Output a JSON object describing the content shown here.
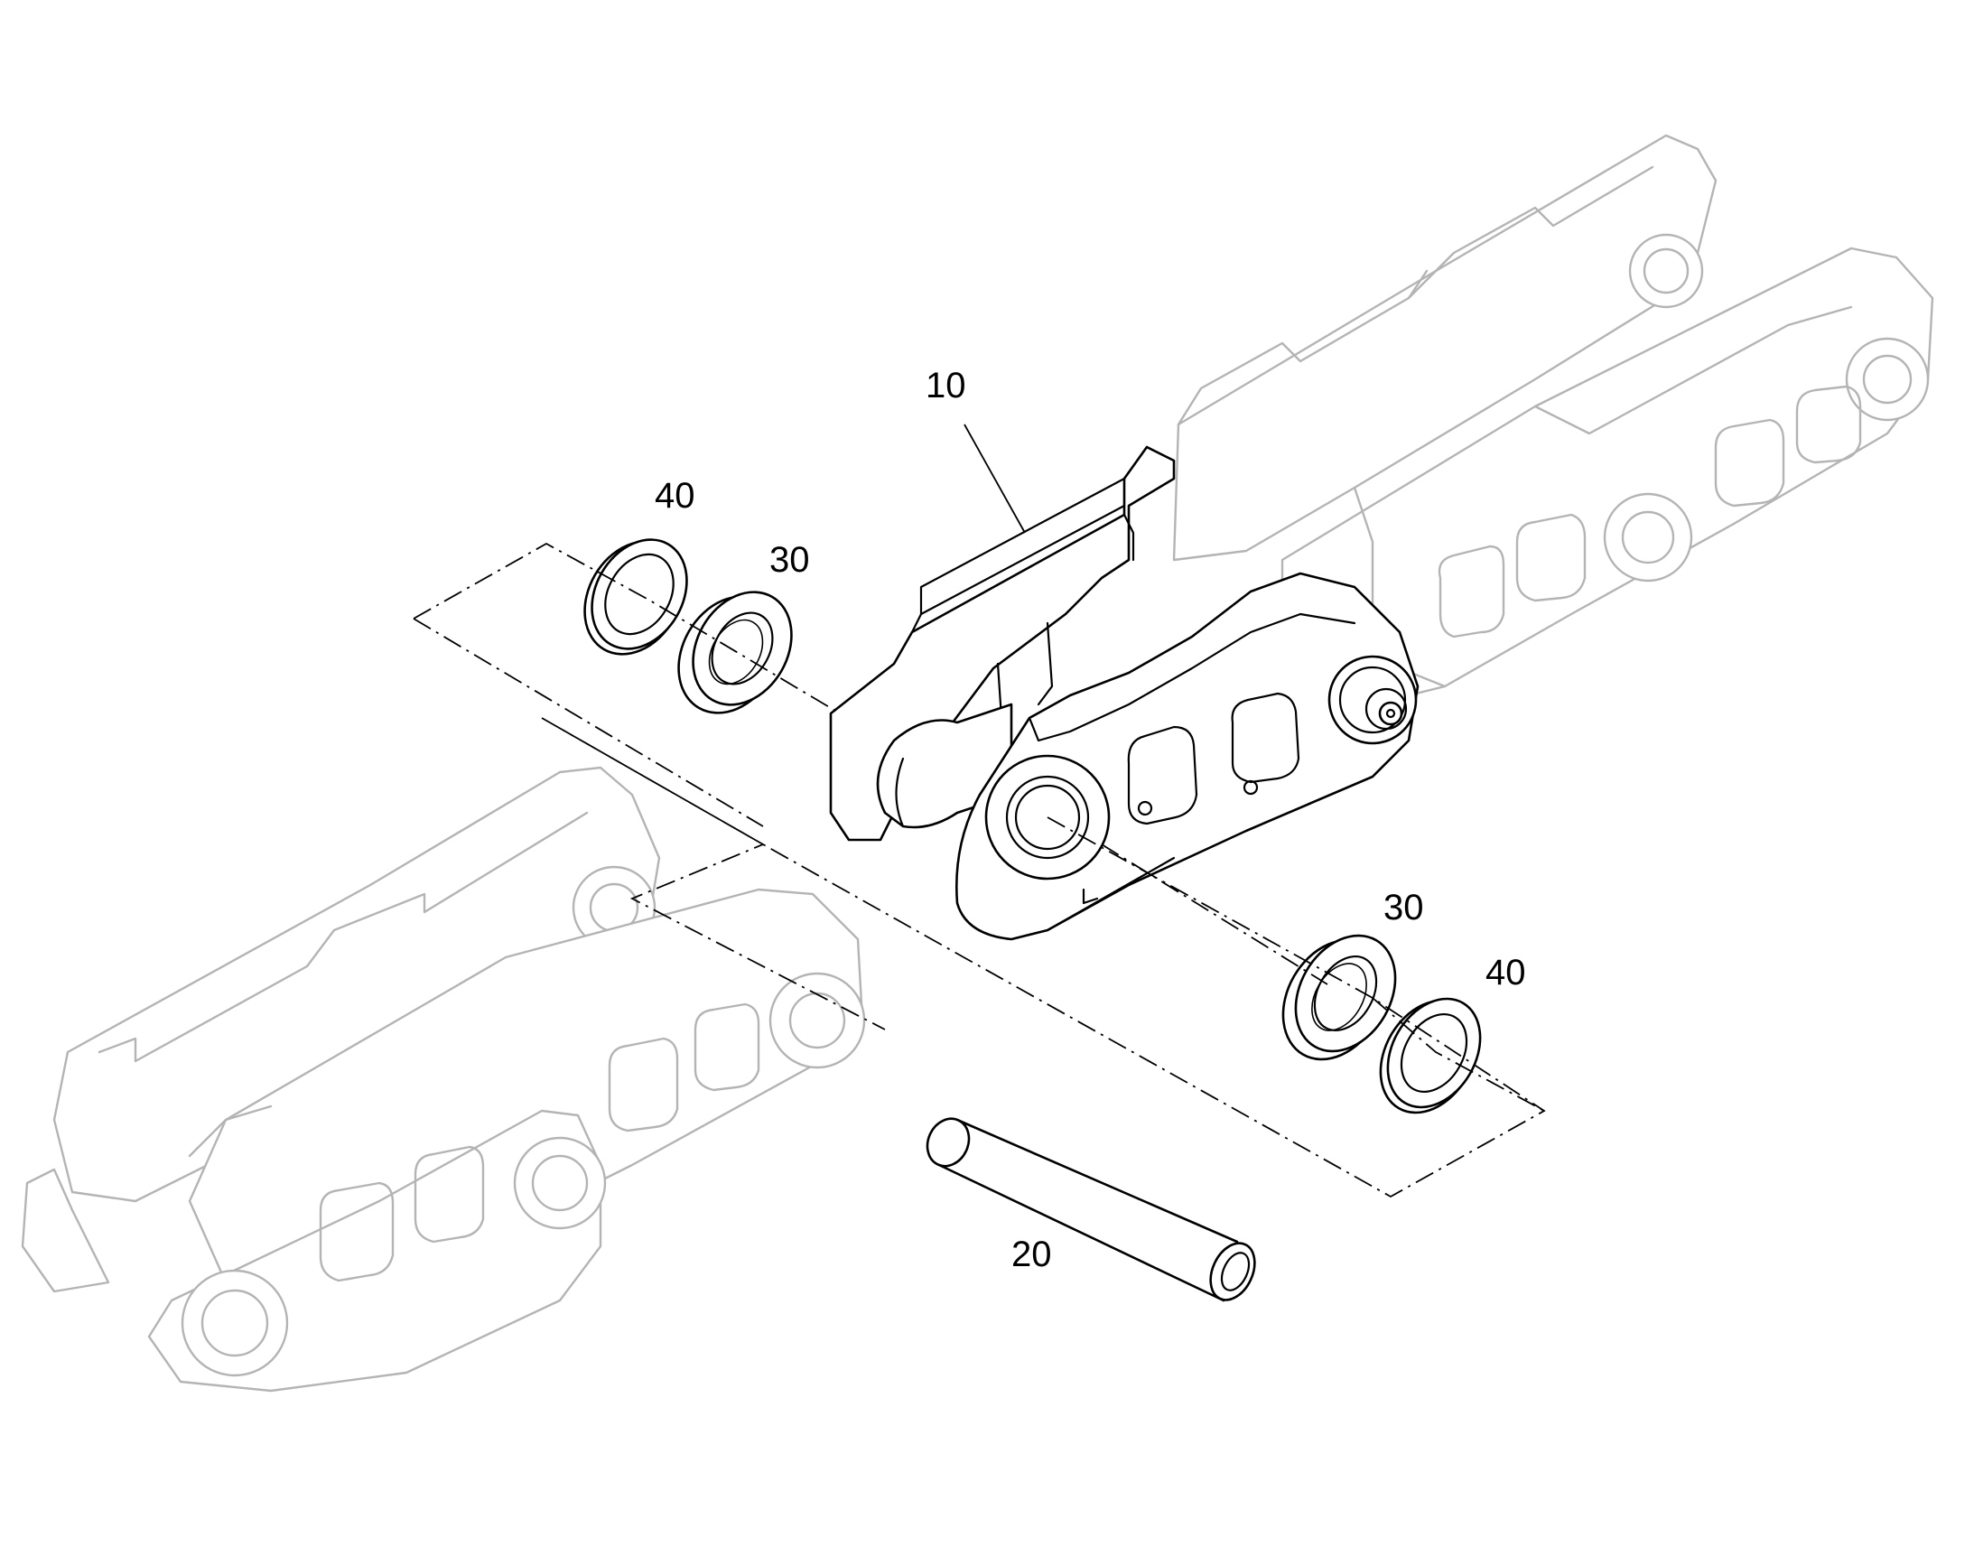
{
  "callouts": {
    "link_assembly": "10",
    "pin": "20",
    "seal_left": "30",
    "seal_right": "30",
    "washer_left": "40",
    "washer_right": "40"
  },
  "colors": {
    "part_stroke": "#000000",
    "ghost_stroke": "#b4b4b4",
    "background": "#ffffff"
  }
}
